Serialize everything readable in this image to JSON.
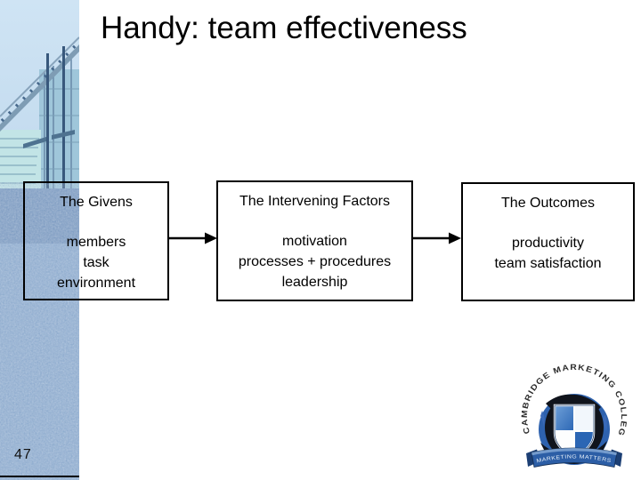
{
  "slide": {
    "title": "Handy: team effectiveness",
    "page_number": "47"
  },
  "diagram": {
    "boxes": [
      {
        "heading": "The Givens",
        "items": [
          "members",
          "task",
          "environment"
        ]
      },
      {
        "heading": "The Intervening Factors",
        "items": [
          "motivation",
          "processes + procedures",
          "leadership"
        ]
      },
      {
        "heading": "The Outcomes",
        "items": [
          "productivity",
          "team satisfaction"
        ]
      }
    ],
    "arrow_color": "#000000"
  },
  "logo": {
    "arc_text": "CAMBRIDGE MARKETING COLLEGE",
    "ribbon_text": "MARKETING MATTERS"
  },
  "colors": {
    "box_border": "#000000",
    "title_text": "#000000",
    "strip_sky": "#cfe4f4",
    "strip_foliage": "#93b0d2",
    "strip_wall": "#c2e4e6",
    "logo_ocean_blue": "#2e62ae",
    "logo_shield_blue": "#3d7cc8",
    "logo_ribbon_blue": "#2c5ea6"
  }
}
